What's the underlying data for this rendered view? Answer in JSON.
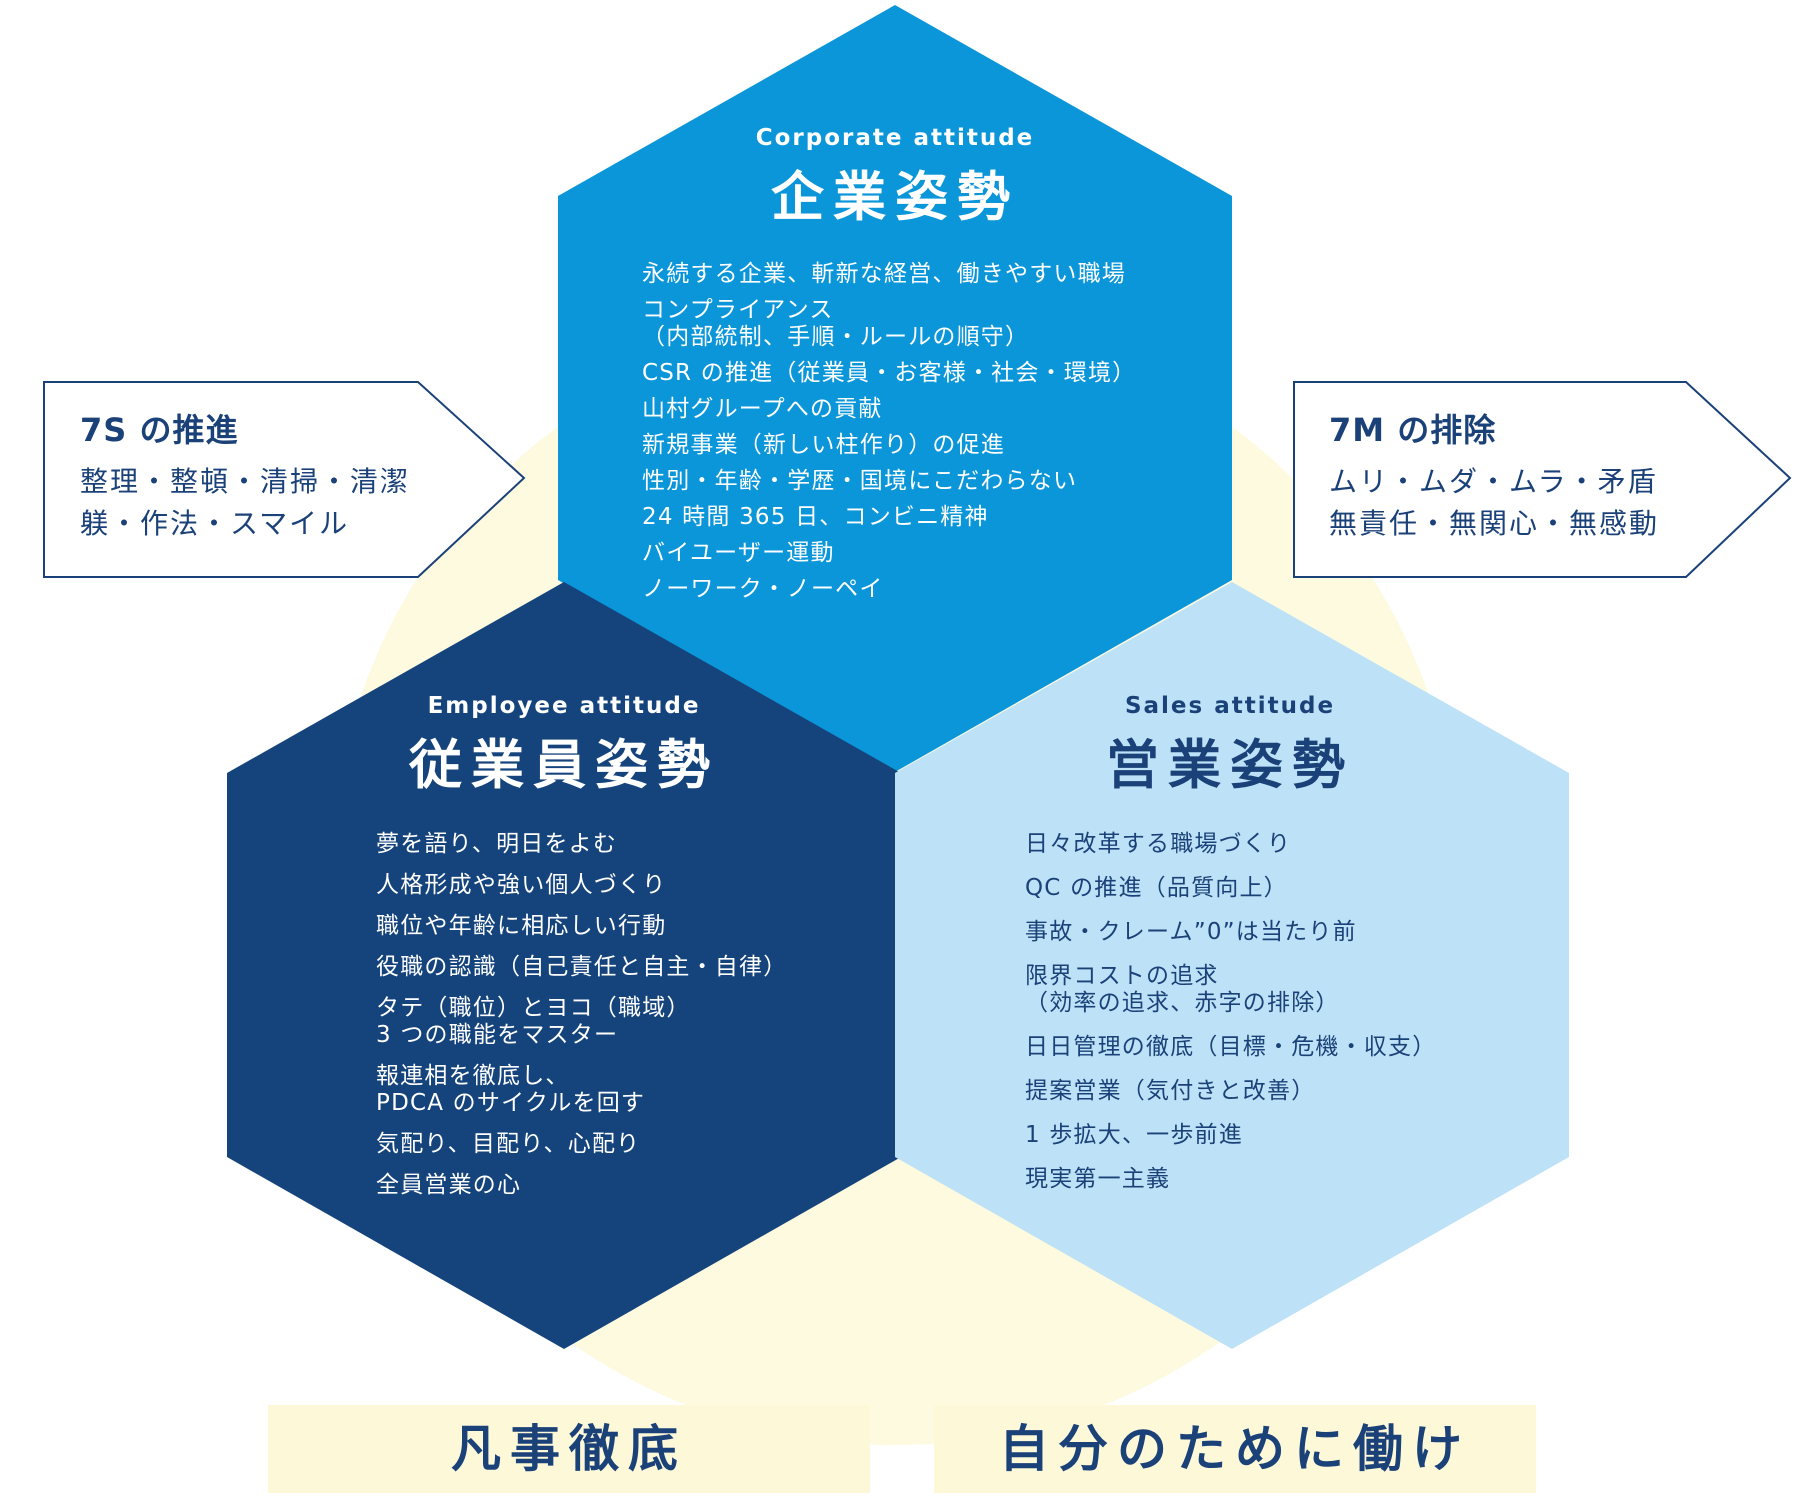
{
  "colors": {
    "corporate": "#0a96d9",
    "employee": "#15447d",
    "sales": "#bde2f7",
    "circle": "#fdfadf",
    "navy_text": "#1b4179"
  },
  "corporate": {
    "en": "Corporate attitude",
    "title": "企業姿勢",
    "items": [
      "永続する企業、斬新な経営、働きやすい職場",
      "コンプライアンス\n（内部統制、手順・ルールの順守）",
      "CSR の推進（従業員・お客様・社会・環境）",
      "山村グループへの貢献",
      "新規事業（新しい柱作り）の促進",
      "性別・年齢・学歴・国境にこだわらない",
      "24 時間 365 日、コンビニ精神",
      "バイユーザー運動",
      "ノーワーク・ノーペイ"
    ]
  },
  "employee": {
    "en": "Employee attitude",
    "title": "従業員姿勢",
    "items": [
      "夢を語り、明日をよむ",
      "人格形成や強い個人づくり",
      "職位や年齢に相応しい行動",
      "役職の認識（自己責任と自主・自律）",
      "タテ（職位）とヨコ（職域）\n3 つの職能をマスター",
      "報連相を徹底し、\nPDCA のサイクルを回す",
      "気配り、目配り、心配り",
      "全員営業の心"
    ]
  },
  "sales": {
    "en": "Sales attitude",
    "title": "営業姿勢",
    "items": [
      "日々改革する職場づくり",
      "QC の推進（品質向上）",
      "事故・クレーム”0”は当たり前",
      "限界コストの追求\n（効率の追求、赤字の排除）",
      "日日管理の徹底（目標・危機・収支）",
      "提案営業（気付きと改善）",
      "1 歩拡大、一歩前進",
      "現実第一主義"
    ]
  },
  "arrow_left": {
    "title": "7S の推進",
    "lines": [
      "整理・整頓・清掃・清潔",
      "躾・作法・スマイル"
    ]
  },
  "arrow_right": {
    "title": "7M の排除",
    "lines": [
      "ムリ・ムダ・ムラ・矛盾",
      "無責任・無関心・無感動"
    ]
  },
  "motto_left": "凡事徹底",
  "motto_right": "自分のために働け"
}
